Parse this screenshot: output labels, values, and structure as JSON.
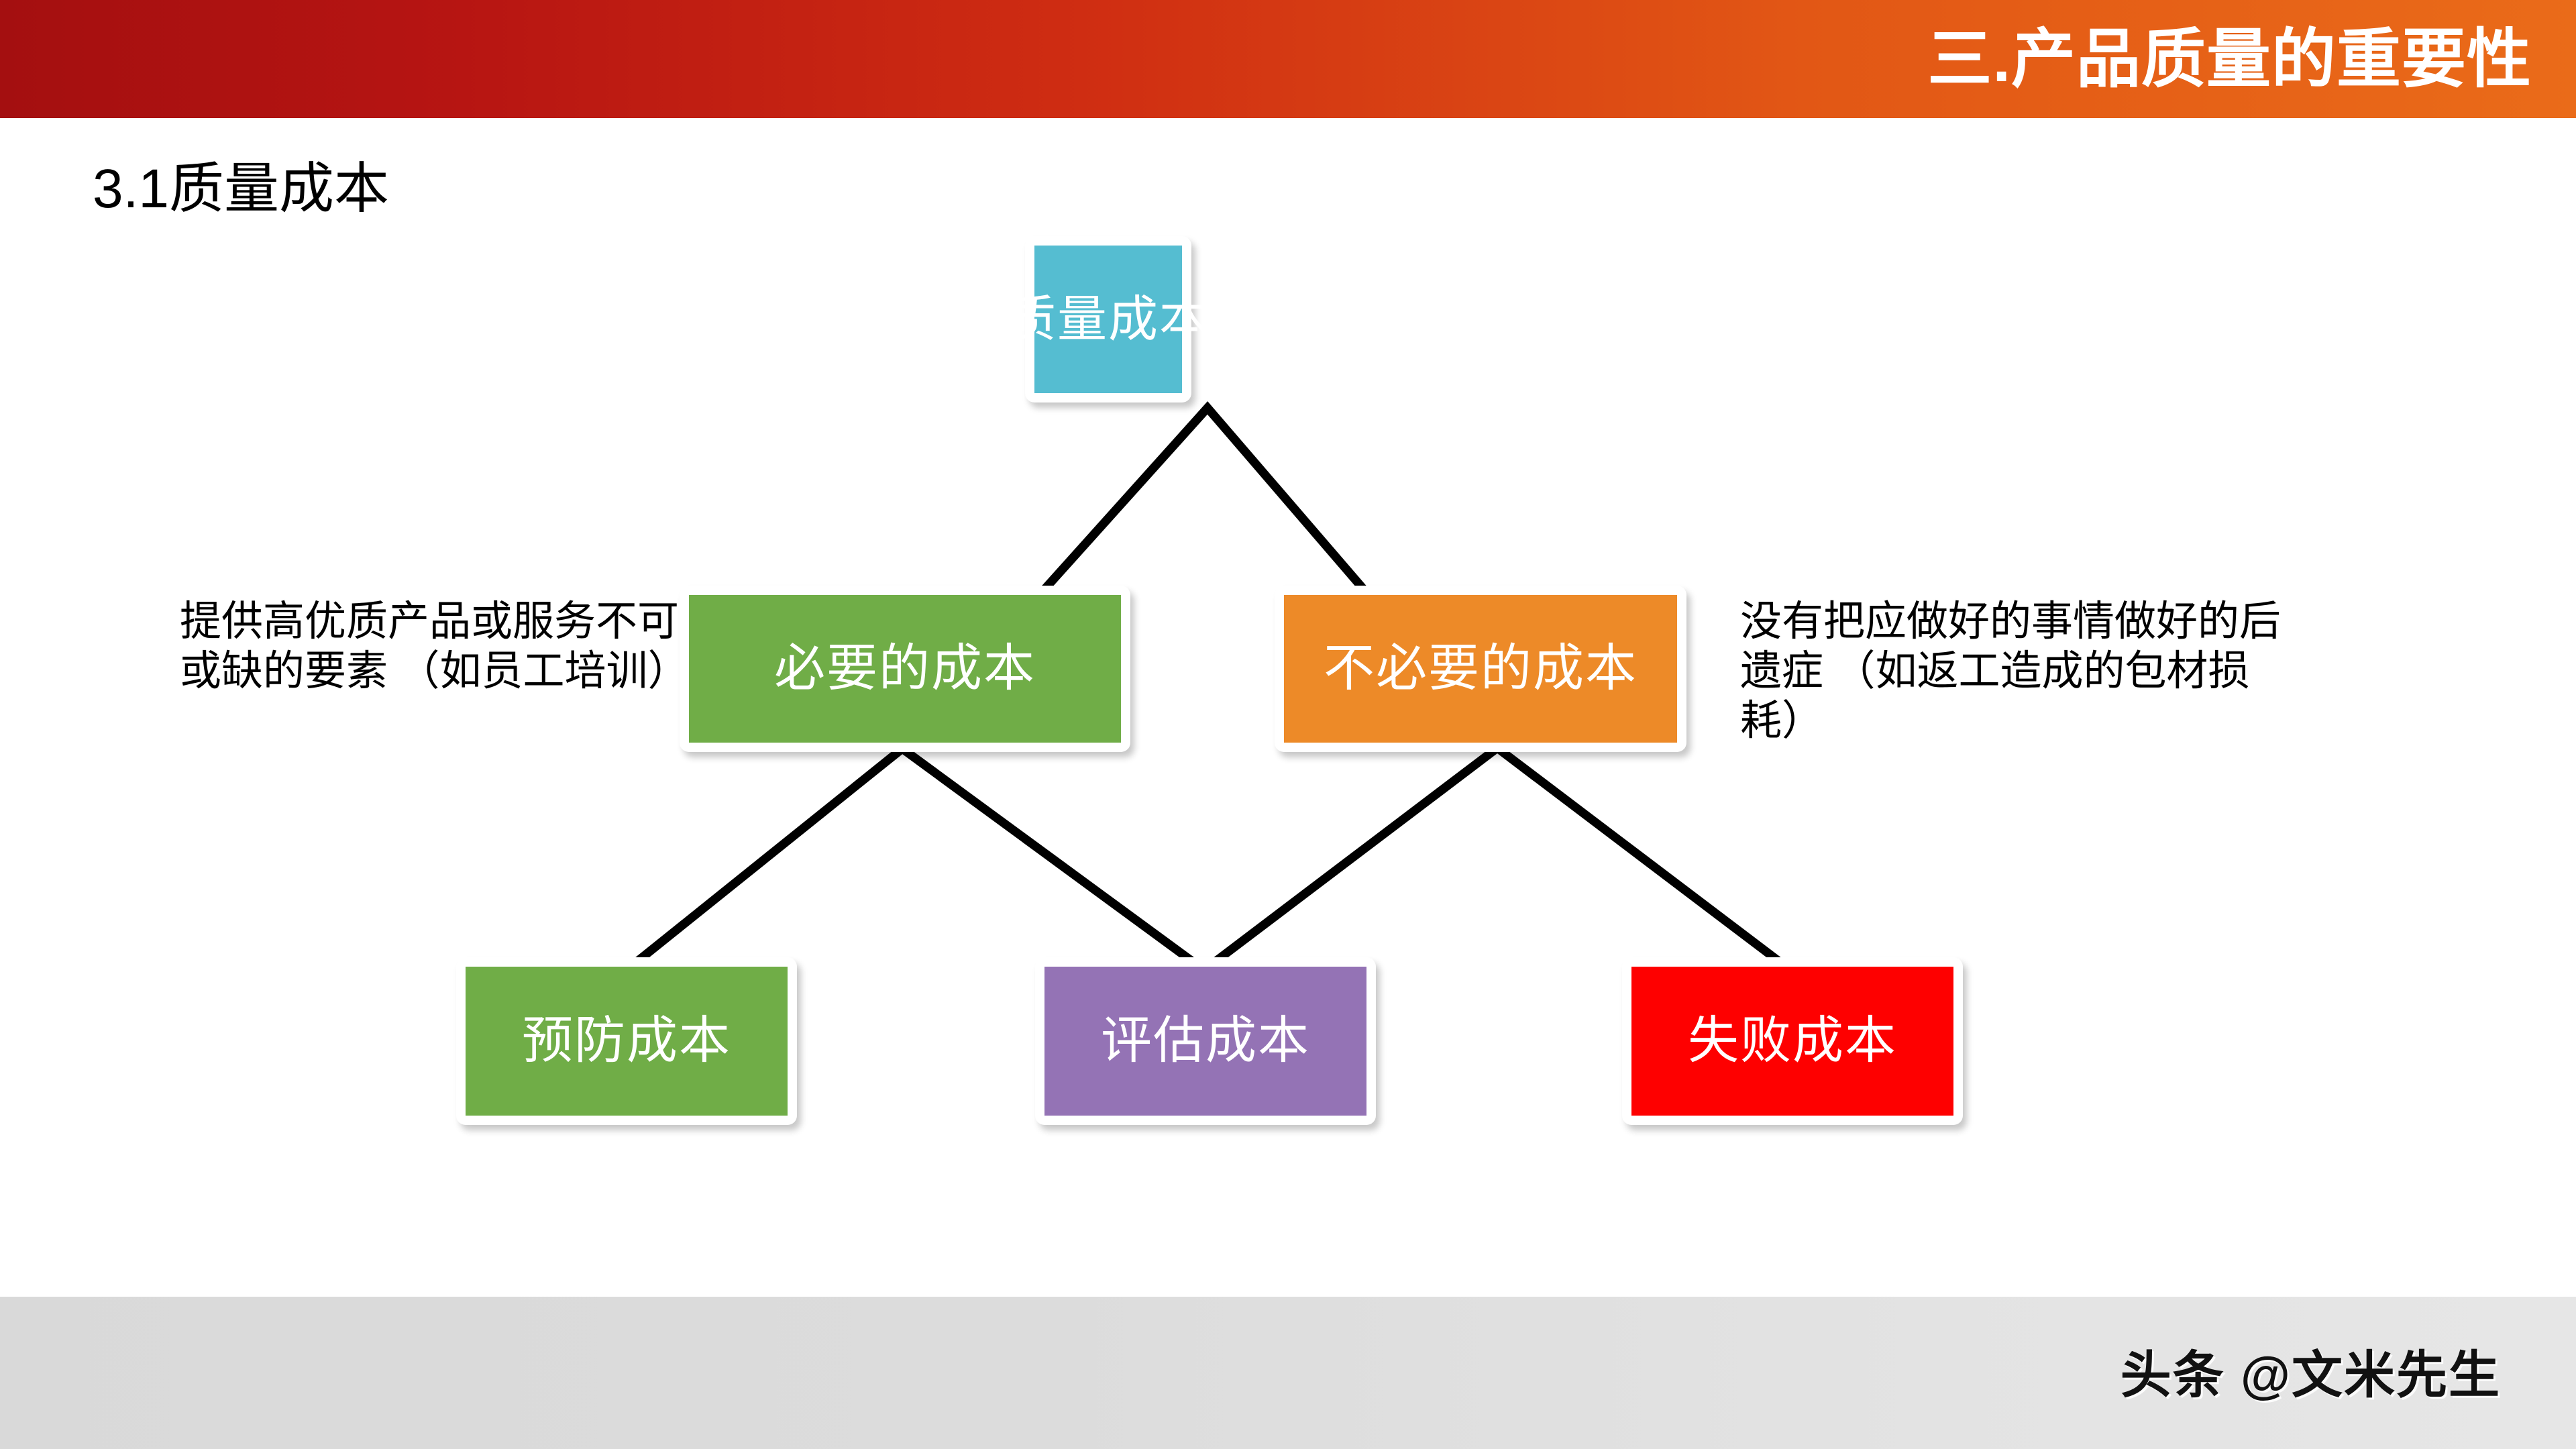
{
  "header": {
    "title": "三.产品质量的重要性",
    "gradient_from": "#a40f10",
    "gradient_to": "#ea6b19"
  },
  "slide": {
    "subtitle": "3.1质量成本"
  },
  "diagram": {
    "type": "tree",
    "nodes": [
      {
        "id": "root",
        "label": "质量成本",
        "color": "#55bdd1",
        "level": 0
      },
      {
        "id": "necessary",
        "label": "必要的成本",
        "color": "#70ad47",
        "level": 1
      },
      {
        "id": "unnecessary",
        "label": "不必要的成本",
        "color": "#ed8a28",
        "level": 1
      },
      {
        "id": "prevention",
        "label": "预防成本",
        "color": "#70ad47",
        "level": 2
      },
      {
        "id": "appraisal",
        "label": "评估成本",
        "color": "#9473b5",
        "level": 2
      },
      {
        "id": "failure",
        "label": "失败成本",
        "color": "#fe0000",
        "level": 2
      }
    ],
    "edges": [
      {
        "from": "root",
        "to": "necessary"
      },
      {
        "from": "root",
        "to": "unnecessary"
      },
      {
        "from": "necessary",
        "to": "prevention"
      },
      {
        "from": "necessary",
        "to": "appraisal"
      },
      {
        "from": "unnecessary",
        "to": "appraisal"
      },
      {
        "from": "unnecessary",
        "to": "failure"
      }
    ],
    "edge_color": "#000000"
  },
  "annotations": {
    "left": "提供高优质产品或服务不可或缺的要素 （如员工培训）",
    "right": "没有把应做好的事情做好的后遗症 （如返工造成的包材损耗）"
  },
  "footer": {
    "watermark": "头条 @文米先生"
  }
}
